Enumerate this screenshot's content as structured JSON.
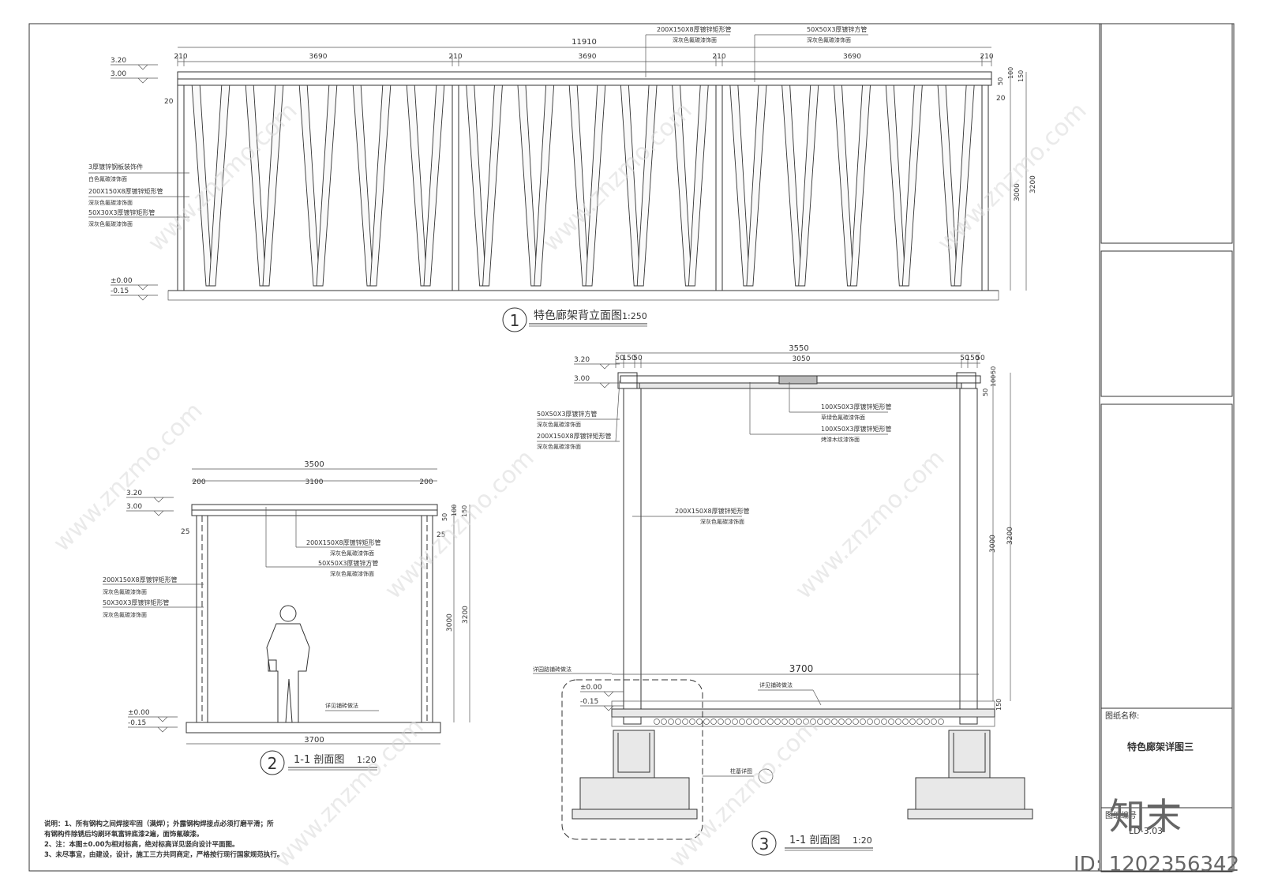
{
  "elevation": {
    "title": "特色廊架背立面图",
    "scale": "1:250",
    "num": "1",
    "total": "11910",
    "segs": [
      "210",
      "3690",
      "210",
      "3690",
      "210",
      "3690",
      "210"
    ],
    "top_callout_1": "200X150X8厚镀锌矩形管",
    "top_callout_1b": "深灰色氟碳漆饰面",
    "top_callout_2": "50X50X3厚镀锌方管",
    "top_callout_2b": "深灰色氟碳漆饰面",
    "left_notes": [
      "3厚镀锌钢板装饰件",
      "白色氟碳漆饰面",
      "200X150X8厚镀锌矩形管",
      "深灰色氟碳漆饰面",
      "50X30X3厚镀锌矩形管",
      "深灰色氟碳漆饰面"
    ],
    "lv_320": "3.20",
    "lv_300": "3.00",
    "lv_000": "±0.00",
    "lv_m015": "-0.15",
    "dim_20a": "20",
    "dim_20b": "20",
    "right_dims": [
      "100",
      "50",
      "150",
      "3000",
      "3200"
    ]
  },
  "section2": {
    "num": "2",
    "title": "1-1 剖面图",
    "scale": "1:20",
    "top_total": "3500",
    "top_segs": [
      "200",
      "3100",
      "200"
    ],
    "bottom": "3700",
    "lv_320": "3.20",
    "lv_300": "3.00",
    "lv_000": "±0.00",
    "lv_m015": "-0.15",
    "d25a": "25",
    "d25b": "25",
    "right_dims": [
      "100",
      "50",
      "150",
      "3000",
      "3200"
    ],
    "notes_mid": [
      "200X150X8厚镀锌矩形管",
      "深灰色氟碳漆饰面",
      "50X50X3厚镀锌方管",
      "深灰色氟碳漆饰面"
    ],
    "notes_left": [
      "200X150X8厚镀锌矩形管",
      "深灰色氟碳漆饰面",
      "50X30X3厚镀锌矩形管",
      "深灰色氟碳漆饰面"
    ],
    "floor_note": "详见铺砖做法"
  },
  "section3": {
    "num": "3",
    "title": "1-1 剖面图",
    "scale": "1:20",
    "top_total": "3550",
    "top_segs": [
      "50",
      "150",
      "50",
      "3050",
      "50",
      "150",
      "50"
    ],
    "bottom": "3700",
    "lv_320": "3.20",
    "lv_300": "3.00",
    "lv_000": "±0.00",
    "lv_m015": "-0.15",
    "notes_left": [
      "50X50X3厚镀锌方管",
      "深灰色氟碳漆饰面",
      "200X150X8厚镀锌矩形管",
      "深灰色氟碳漆饰面"
    ],
    "notes_right": [
      "100X50X3厚镀锌矩形管",
      "草绿色氟碳漆饰面",
      "100X50X3厚镀锌矩形管",
      "烤漆木纹漆饰面"
    ],
    "mid_note": [
      "200X150X8厚镀锌矩形管",
      "深灰色氟碳漆饰面"
    ],
    "paving1": "详园路铺砖做法",
    "paving2": "详见铺砖做法",
    "base_note": "柱基详图",
    "right_dims": [
      "50",
      "100",
      "50",
      "3000",
      "3200",
      "150"
    ]
  },
  "notes": [
    "说明：1、所有钢构之间焊接牢固（满焊）；外露钢构焊接点必须打磨平滑；所",
    "有钢构件除锈后均刷环氧富锌底漆2遍，面饰氟碳漆。",
    "2、注：本图±0.00为相对标高，绝对标高详见竖向设计平面图。",
    "3、未尽事宜，由建设，设计，施工三方共同商定，严格按行现行国家规范执行。"
  ],
  "titleblock": {
    "name_label": "图纸名称:",
    "name": "特色廊架详图三",
    "num_label": "图纸编号",
    "num": "LD-3.03"
  },
  "watermark": {
    "text": "www.znzmo.com",
    "logo": "知末",
    "id": "ID: 1202356342"
  }
}
